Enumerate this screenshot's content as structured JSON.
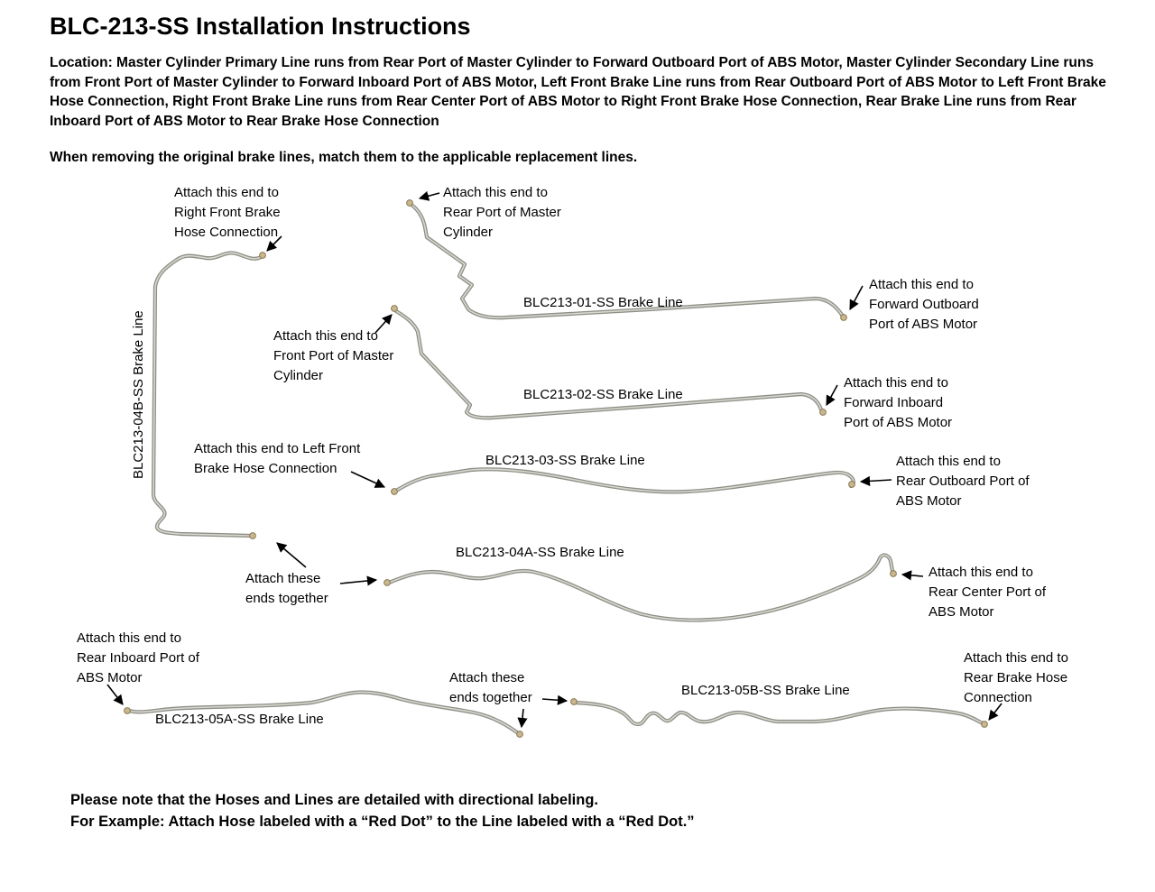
{
  "page": {
    "title": "BLC-213-SS Installation Instructions",
    "location_text": "Location: Master Cylinder Primary Line runs from Rear Port of Master Cylinder to Forward Outboard Port of ABS Motor, Master Cylinder Secondary Line runs from Front Port of Master Cylinder to Forward Inboard Port of ABS Motor, Left Front Brake Line runs from Rear Outboard Port of ABS Motor to Left Front Brake Hose Connection, Right Front Brake Line runs from Rear Center Port of ABS Motor to Right Front Brake Hose Connection, Rear Brake Line runs from Rear Inboard Port of ABS Motor to Rear Brake Hose Connection",
    "match_note": "When removing the original brake lines, match them to the applicable replacement lines.",
    "footer_note_1": "Please note that the Hoses and Lines are detailed with directional labeling.",
    "footer_note_2": "For Example: Attach Hose labeled with a “Red Dot” to the Line labeled with a “Red Dot.”"
  },
  "line_labels": {
    "blc213_01": "BLC213-01-SS Brake Line",
    "blc213_02": "BLC213-02-SS Brake Line",
    "blc213_03": "BLC213-03-SS Brake Line",
    "blc213_04a": "BLC213-04A-SS Brake Line",
    "blc213_04b": "BLC213-04B-SS Brake Line",
    "blc213_05a": "BLC213-05A-SS Brake Line",
    "blc213_05b": "BLC213-05B-SS Brake Line"
  },
  "annotations": {
    "right_front_brake_hose": "Attach this end to\nRight Front Brake\nHose Connection",
    "rear_port_master_cylinder": "Attach this end to\nRear Port of Master\nCylinder",
    "forward_outboard_abs": "Attach this end to\nForward Outboard\nPort of ABS Motor",
    "front_port_master_cylinder": "Attach this end to\nFront Port of Master\nCylinder",
    "forward_inboard_abs": "Attach this end to\nForward Inboard\nPort of ABS Motor",
    "left_front_brake_hose": "Attach this end to Left Front\nBrake Hose Connection",
    "rear_outboard_abs": "Attach this end to\nRear Outboard Port of\nABS Motor",
    "ends_together_mid": "Attach these\nends together",
    "rear_center_abs": "Attach this end to\nRear Center Port of\nABS Motor",
    "rear_inboard_abs": "Attach this end to\nRear Inboard Port of\nABS Motor",
    "ends_together_bottom": "Attach these\nends together",
    "rear_brake_hose": "Attach this end to\nRear Brake Hose\nConnection"
  },
  "colors": {
    "line_outer": "#8f8f87",
    "line_inner": "#d8d8d0",
    "fitting_fill": "#c9b68c",
    "fitting_stroke": "#8a7a56",
    "arrow": "#000000"
  }
}
